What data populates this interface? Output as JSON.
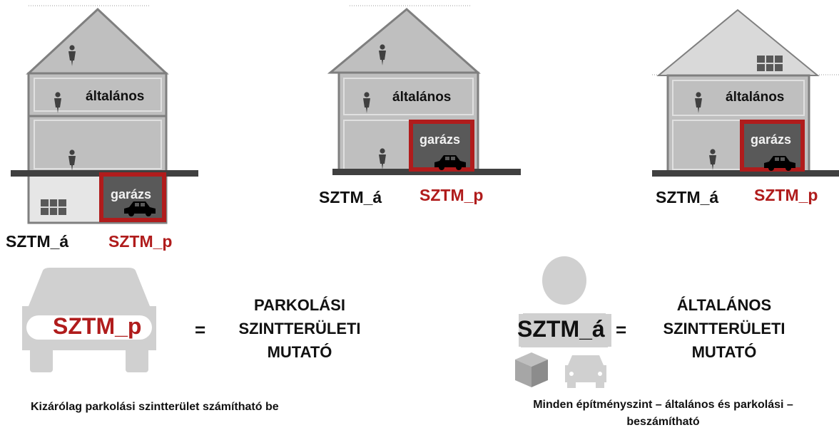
{
  "labels": {
    "general": "általános",
    "garage": "garázs",
    "sztm_a": "SZTM_á",
    "sztm_p": "SZTM_p",
    "equals": "="
  },
  "defs": {
    "parking": {
      "line1": "PARKOLÁSI",
      "line2": "SZINTTERÜLETI",
      "line3": "MUTATÓ"
    },
    "general": {
      "line1": "ÁLTALÁNOS",
      "line2": "SZINTTERÜLETI",
      "line3": "MUTATÓ"
    }
  },
  "notes": {
    "parking": "Kizárólag parkolási szintterület számítható be",
    "general_line1": "Minden építményszint – általános és parkolási –",
    "general_line2": "beszámítható"
  },
  "colors": {
    "outline": "#7f7f7f",
    "fill_light": "#d9d9d9",
    "fill_mid": "#bfbfbf",
    "ground": "#404040",
    "garage_fill": "#595959",
    "garage_border": "#b01c1c",
    "red_text": "#b01c1c",
    "icon_fill": "#d0d0d0"
  },
  "icons": [
    "person-icon",
    "car-icon",
    "window-icon",
    "box-icon"
  ]
}
